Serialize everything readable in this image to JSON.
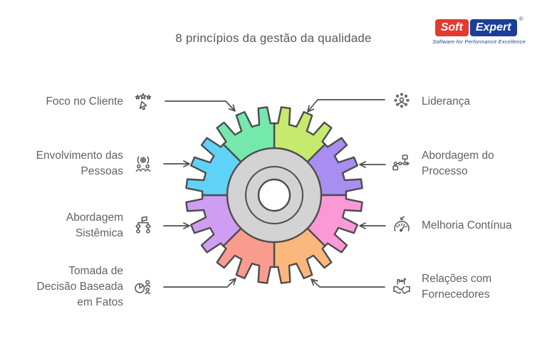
{
  "title": "8 princípios da gestão da qualidade",
  "logo": {
    "word1": "Soft",
    "word2": "Expert",
    "registered": "®",
    "tagline": "Software for Performance Excellence",
    "red": "#e23b2e",
    "blue": "#1b3f98"
  },
  "principles": {
    "left": [
      {
        "label": "Foco no Cliente",
        "icon": "customer-rating-stars-icon"
      },
      {
        "label": "Envolvimento das\nPessoas",
        "icon": "people-collaboration-icon"
      },
      {
        "label": "Abordagem\nSistêmica",
        "icon": "hierarchy-diagram-icon"
      },
      {
        "label": "Tomada de\nDecisão Baseada\nem Fatos",
        "icon": "pie-chart-person-icon"
      }
    ],
    "right": [
      {
        "label": "Liderança",
        "icon": "leadership-icon"
      },
      {
        "label": "Abordagem do\nProcesso",
        "icon": "process-flowchart-icon"
      },
      {
        "label": "Melhoria Contínua",
        "icon": "gauge-icon"
      },
      {
        "label": "Relações com\nFornecedores",
        "icon": "handshake-factory-icon"
      }
    ]
  },
  "gear": {
    "outline_color": "#4d4d4d",
    "disc_color": "#d3d3d3",
    "hole_color": "#ffffff",
    "segments": [
      {
        "name": "top-right-lime",
        "color": "#c6ea6e"
      },
      {
        "name": "right-upper-purple",
        "color": "#a78ef0"
      },
      {
        "name": "right-lower-pink",
        "color": "#fb99d6"
      },
      {
        "name": "bottom-right-orange",
        "color": "#fcb87c"
      },
      {
        "name": "bottom-left-salmon",
        "color": "#f99b8d"
      },
      {
        "name": "left-lower-lavender",
        "color": "#cf9ef3"
      },
      {
        "name": "left-upper-cyan",
        "color": "#5fd2f8"
      },
      {
        "name": "top-left-mint",
        "color": "#74e9ab"
      }
    ]
  },
  "colors": {
    "text": "#5f6368",
    "arrow": "#4f4f4f"
  }
}
